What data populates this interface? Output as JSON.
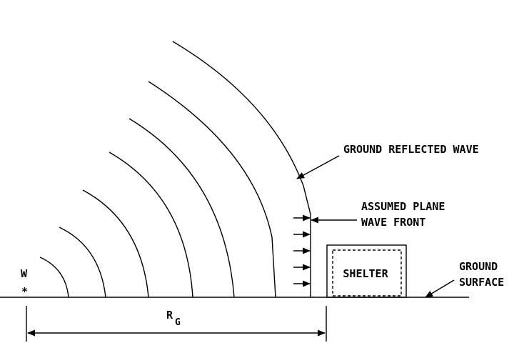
{
  "labels": {
    "charge": "W",
    "charge_marker": "*",
    "ground_reflected_wave": "GROUND REFLECTED WAVE",
    "plane_wave_line1": "ASSUMED PLANE",
    "plane_wave_line2": "WAVE FRONT",
    "shelter": "SHELTER",
    "ground_line1": "GROUND",
    "ground_line2": "SURFACE",
    "range_main": "R",
    "range_sub": "G"
  }
}
